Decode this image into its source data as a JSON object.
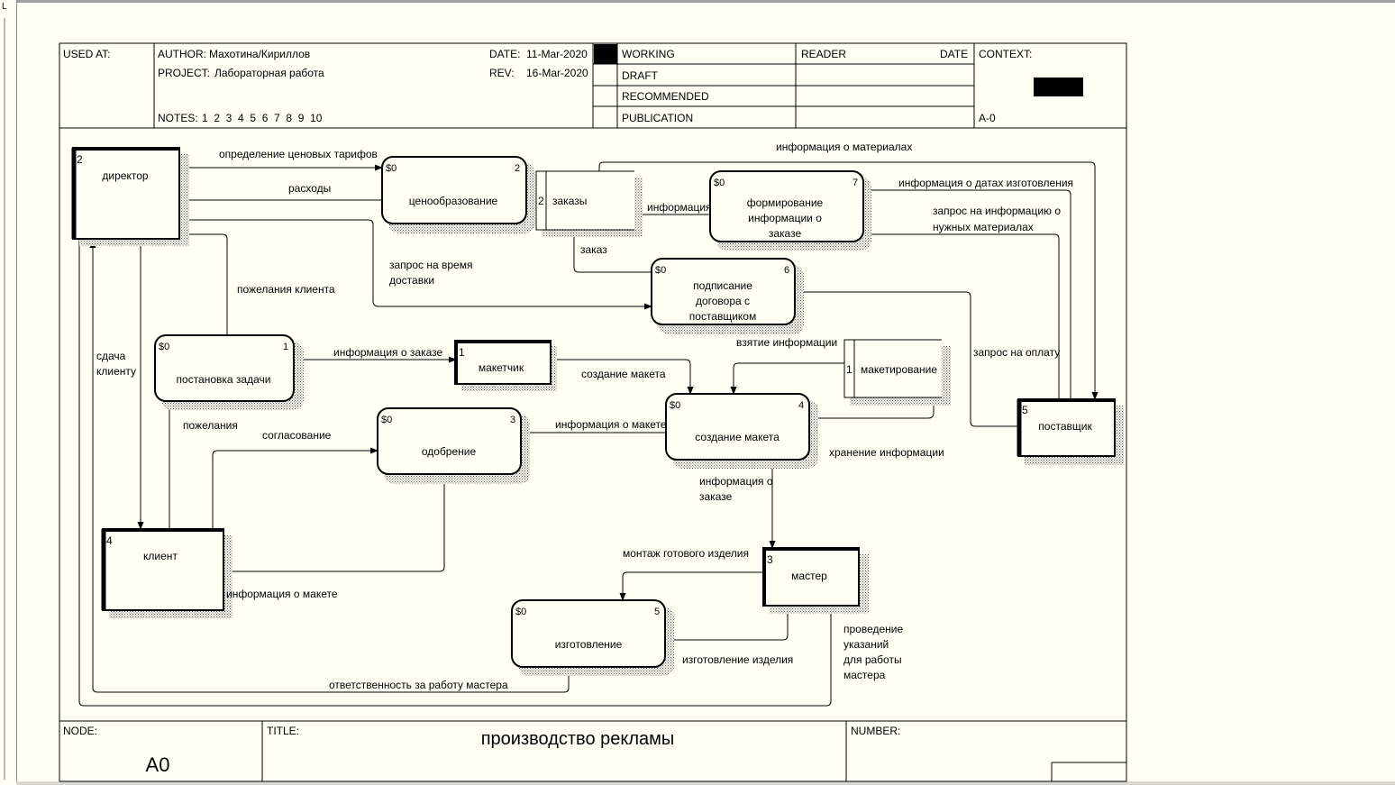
{
  "header": {
    "used_at_label": "USED AT:",
    "author_label": "AUTHOR:",
    "author": "Махотина/Кириллов",
    "project_label": "PROJECT:",
    "project": "Лабораторная работа",
    "date_label": "DATE:",
    "date": "11-Mar-2020",
    "rev_label": "REV:",
    "rev": "16-Mar-2020",
    "notes_label": "NOTES:",
    "notes": "1  2  3  4  5  6  7  8  9  10",
    "status": [
      "WORKING",
      "DRAFT",
      "RECOMMENDED",
      "PUBLICATION"
    ],
    "reader_label": "READER",
    "reader_date_label": "DATE",
    "context_label": "CONTEXT:",
    "context_node": "A-0"
  },
  "footer": {
    "node_label": "NODE:",
    "node": "A0",
    "title_label": "TITLE:",
    "title": "производство рекламы",
    "number_label": "NUMBER:"
  },
  "entities": [
    {
      "id": "director",
      "num": "2",
      "label": "директор"
    },
    {
      "id": "maketchik",
      "num": "1",
      "label": "макетчик"
    },
    {
      "id": "client",
      "num": "4",
      "label": "клиент"
    },
    {
      "id": "supplier",
      "num": "5",
      "label": "поставщик"
    },
    {
      "id": "master",
      "num": "3",
      "label": "мастер"
    }
  ],
  "processes": [
    {
      "id": "pricing",
      "num": "2",
      "cost": "$0",
      "label": [
        "ценообразование"
      ]
    },
    {
      "id": "forming",
      "num": "7",
      "cost": "$0",
      "label": [
        "формирование",
        "информации о",
        "заказе"
      ]
    },
    {
      "id": "contract",
      "num": "6",
      "cost": "$0",
      "label": [
        "подписание",
        "договора с",
        "поставщиком"
      ]
    },
    {
      "id": "task",
      "num": "1",
      "cost": "$0",
      "label": [
        "постановка задачи"
      ]
    },
    {
      "id": "approval",
      "num": "3",
      "cost": "$0",
      "label": [
        "одобрение"
      ]
    },
    {
      "id": "make_layout",
      "num": "4",
      "cost": "$0",
      "label": [
        "создание макета"
      ]
    },
    {
      "id": "manufacture",
      "num": "5",
      "cost": "$0",
      "label": [
        "изготовление"
      ]
    }
  ],
  "stores": [
    {
      "id": "orders",
      "num": "2",
      "label": "заказы"
    },
    {
      "id": "layouts",
      "num": "1",
      "label": "макетирование"
    }
  ],
  "flows": [
    {
      "id": "f1",
      "lines": [
        "определение ценовых тарифов"
      ]
    },
    {
      "id": "f2",
      "lines": [
        "расходы"
      ]
    },
    {
      "id": "f3",
      "lines": [
        "информация о материалах"
      ]
    },
    {
      "id": "f4",
      "lines": [
        "информация о датах изготовления"
      ]
    },
    {
      "id": "f5",
      "lines": [
        "информация"
      ]
    },
    {
      "id": "f6",
      "lines": [
        "запрос на информацию о",
        "нужных материалах"
      ]
    },
    {
      "id": "f7",
      "lines": [
        "заказ"
      ]
    },
    {
      "id": "f8",
      "lines": [
        "запрос на время",
        "доставки"
      ]
    },
    {
      "id": "f9",
      "lines": [
        "пожелания клиента"
      ]
    },
    {
      "id": "f10",
      "lines": [
        "взятие информации"
      ]
    },
    {
      "id": "f11",
      "lines": [
        "информация о заказе"
      ]
    },
    {
      "id": "f12",
      "lines": [
        "создание макета"
      ]
    },
    {
      "id": "f13",
      "lines": [
        "запрос на оплату"
      ]
    },
    {
      "id": "f14",
      "lines": [
        "сдача",
        "клиенту"
      ]
    },
    {
      "id": "f15",
      "lines": [
        "пожелания"
      ]
    },
    {
      "id": "f16",
      "lines": [
        "согласование"
      ]
    },
    {
      "id": "f17",
      "lines": [
        "информация о макете"
      ]
    },
    {
      "id": "f18",
      "lines": [
        "хранение информации"
      ]
    },
    {
      "id": "f19",
      "lines": [
        "информация о",
        "заказе"
      ]
    },
    {
      "id": "f20",
      "lines": [
        "информация о макете"
      ]
    },
    {
      "id": "f21",
      "lines": [
        "монтаж готового изделия"
      ]
    },
    {
      "id": "f22",
      "lines": [
        "изготовление изделия"
      ]
    },
    {
      "id": "f23",
      "lines": [
        "проведение",
        "указаний",
        "для работы",
        "мастера"
      ]
    },
    {
      "id": "f24",
      "lines": [
        "ответственность за работу мастера"
      ]
    }
  ]
}
